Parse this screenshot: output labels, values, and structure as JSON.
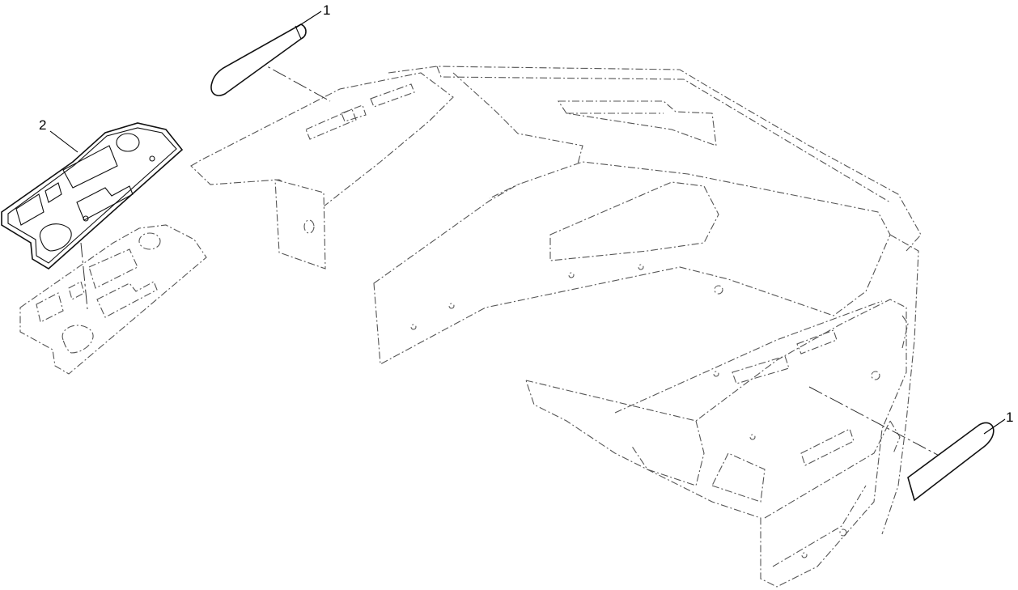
{
  "diagram": {
    "callouts": [
      {
        "id": "top-pad",
        "label": "1"
      },
      {
        "id": "gasket",
        "label": "2"
      },
      {
        "id": "right-pad",
        "label": "1"
      }
    ]
  }
}
